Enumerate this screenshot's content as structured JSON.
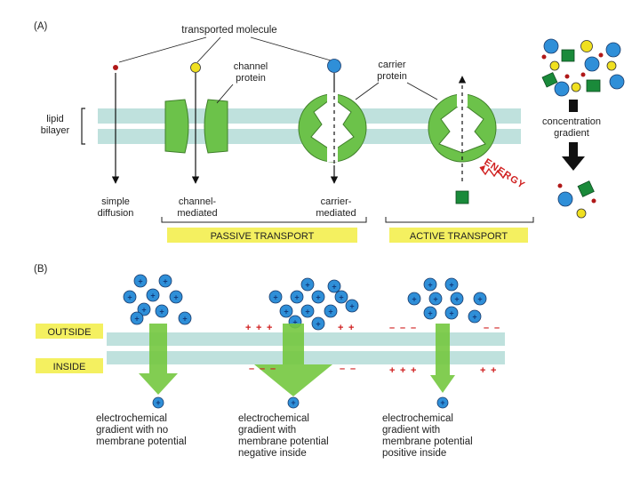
{
  "panel_a": {
    "label": "(A)",
    "transported_molecule": "transported molecule",
    "channel_protein": [
      "channel",
      "protein"
    ],
    "carrier_protein": [
      "carrier",
      "protein"
    ],
    "lipid_bilayer": [
      "lipid",
      "bilayer"
    ],
    "energy": "ENERGY",
    "concentration_gradient": [
      "concentration",
      "gradient"
    ],
    "simple_diffusion": [
      "simple",
      "diffusion"
    ],
    "channel_mediated": [
      "channel-",
      "mediated"
    ],
    "carrier_mediated": [
      "carrier-",
      "mediated"
    ],
    "passive_transport": "PASSIVE TRANSPORT",
    "active_transport": "ACTIVE TRANSPORT"
  },
  "panel_b": {
    "label": "(B)",
    "outside": "OUTSIDE",
    "inside": "INSIDE",
    "captions": [
      [
        "electrochemical",
        "gradient with no",
        "membrane potential"
      ],
      [
        "electrochemical",
        "gradient with",
        "membrane potential",
        "negative inside"
      ],
      [
        "electrochemical",
        "gradient with",
        "membrane potential",
        "positive inside"
      ]
    ],
    "plus_sign": "+",
    "minus_sign": "–"
  },
  "colors": {
    "membrane": "#bfe1dd",
    "membrane_edge": "#8fc6c0",
    "protein_green": "#6cc24a",
    "protein_edge": "#3f7f2a",
    "arrow_green": "#74c83f",
    "ion_blue": "#2f8fd8",
    "yellow": "#f0e020",
    "label_bar": "#f4f060",
    "charge_red": "#d02020",
    "dark_green": "#1a8a3a",
    "small_red": "#b01818"
  }
}
